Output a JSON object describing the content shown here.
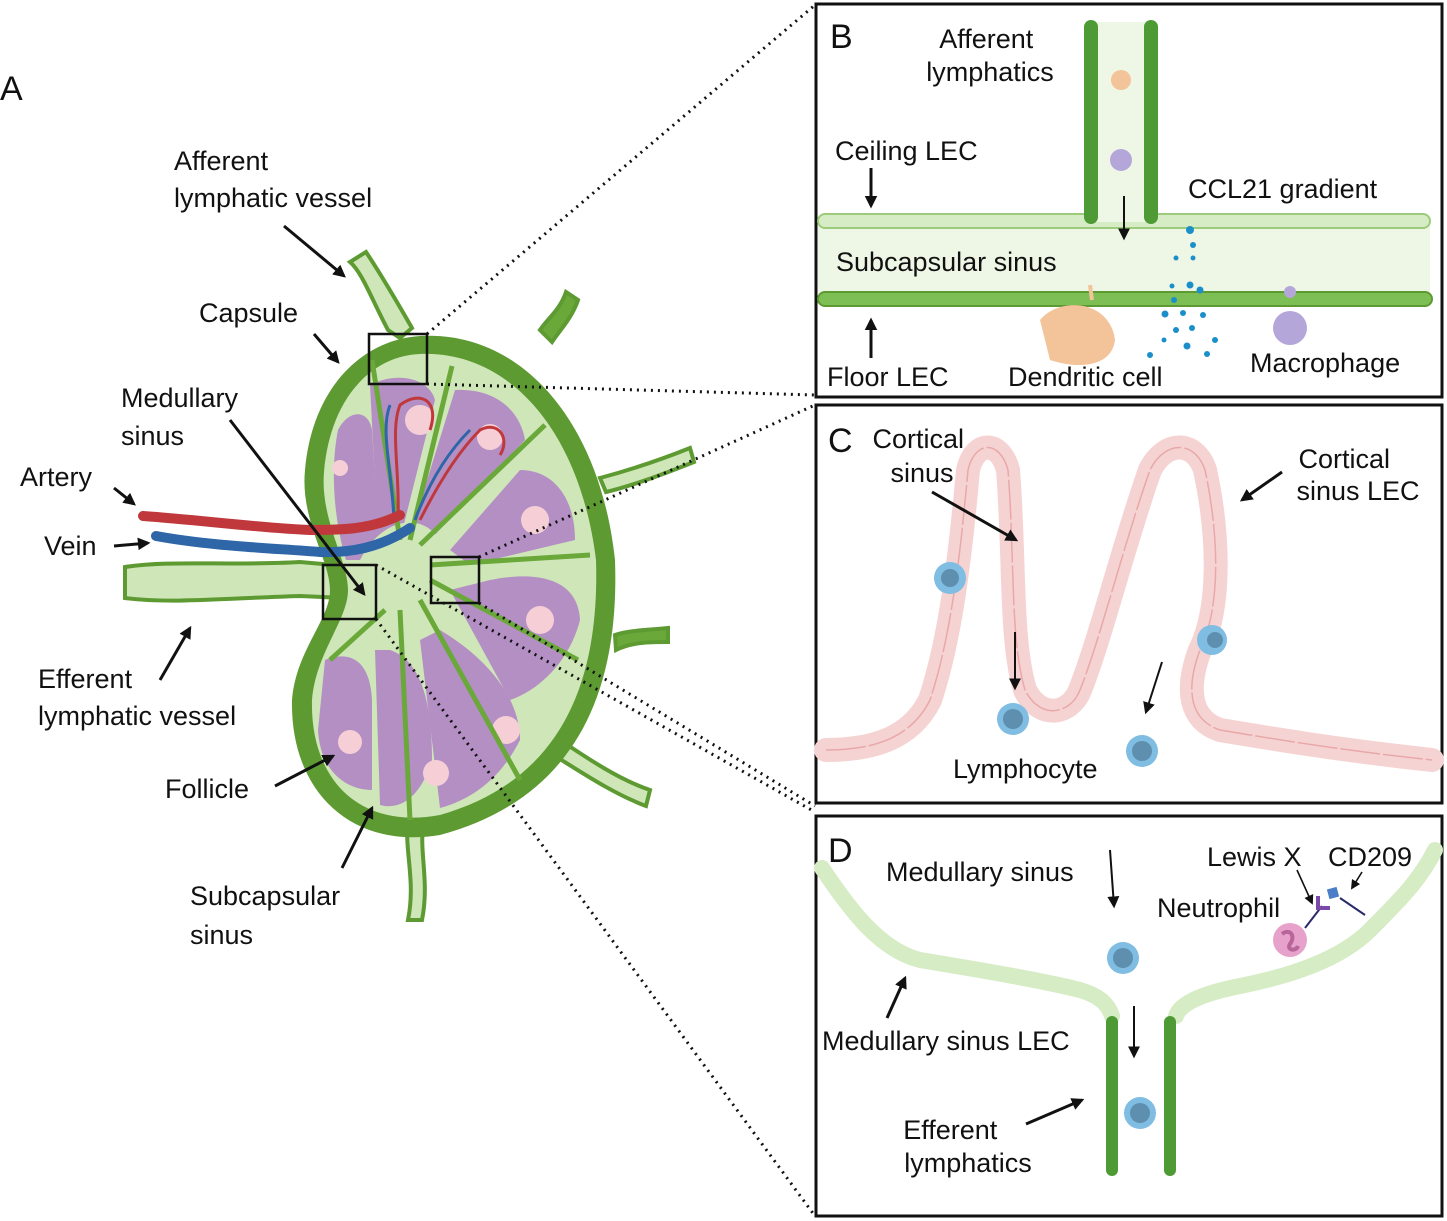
{
  "figure": {
    "panels": {
      "A": {
        "letter": "A",
        "labels": {
          "afferent_vessel": [
            "Afferent",
            "lymphatic vessel"
          ],
          "capsule": "Capsule",
          "medullary_sinus": [
            "Medullary",
            "sinus"
          ],
          "artery": "Artery",
          "vein": "Vein",
          "efferent_vessel": [
            "Efferent",
            "lymphatic vessel"
          ],
          "follicle": "Follicle",
          "subcapsular_sinus": [
            "Subcapsular",
            "sinus"
          ]
        }
      },
      "B": {
        "letter": "B",
        "labels": {
          "afferent_lymphatics": [
            "Afferent",
            "lymphatics"
          ],
          "ceiling_lec": "Ceiling LEC",
          "ccl21_gradient": "CCL21 gradient",
          "subcapsular_sinus": "Subcapsular sinus",
          "floor_lec": "Floor LEC",
          "dendritic_cell": "Dendritic cell",
          "macrophage": "Macrophage"
        }
      },
      "C": {
        "letter": "C",
        "labels": {
          "cortical_sinus": [
            "Cortical",
            "sinus"
          ],
          "cortical_sinus_lec": [
            "Cortical",
            "sinus LEC"
          ],
          "lymphocyte": "Lymphocyte"
        }
      },
      "D": {
        "letter": "D",
        "labels": {
          "medullary_sinus": "Medullary sinus",
          "lewis_x": "Lewis X",
          "cd209": "CD209",
          "neutrophil": "Neutrophil",
          "medullary_sinus_lec": "Medullary sinus LEC",
          "efferent_lymphatics": [
            "Efferent",
            "lymphatics"
          ]
        }
      }
    },
    "colors": {
      "capsule_dark_green": "#5e9a32",
      "sinus_light_green": "#cfe7b8",
      "trabecula_green": "#6aa83a",
      "follicle_purple": "#b48fc4",
      "follicle_pale": "#cdb3d9",
      "medulla_blue": "#8d8fc0",
      "germinal_center_pink": "#f6cfd6",
      "artery_red": "#c0383c",
      "vein_blue": "#2e66a8",
      "cortical_lec_pink": "#f6d3d3",
      "lymphocyte_blue": "#7fbde2",
      "ccl21_dot": "#1b8fc9",
      "dendritic_orange": "#f3c39a",
      "macrophage_lilac": "#b4a6d8",
      "neutrophil_pink": "#e7a2cc"
    }
  }
}
